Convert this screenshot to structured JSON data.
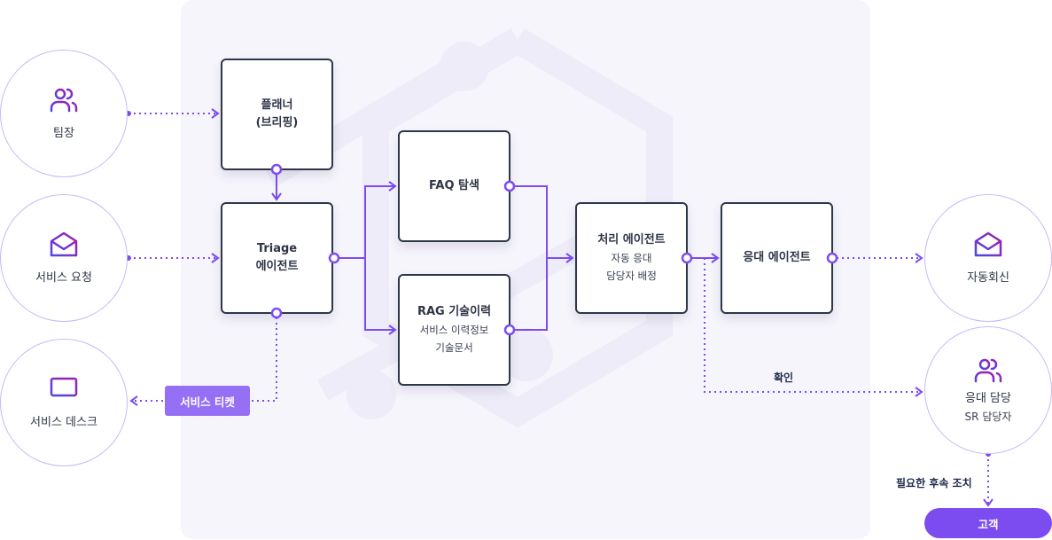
{
  "colors": {
    "accent": "#7c4cf1",
    "box_border": "#2f3648",
    "panel": "#f6f5fc",
    "ticket": "#9570f5"
  },
  "actors": {
    "team_lead": {
      "label": "팀장",
      "icon": "users-icon"
    },
    "service_request": {
      "label": "서비스 요청",
      "icon": "envelope-open-icon"
    },
    "service_desk": {
      "label": "서비스 데스크",
      "icon": "monitor-icon"
    },
    "auto_reply": {
      "label": "자동회신",
      "icon": "envelope-open-icon"
    },
    "responder": {
      "label": "응대 담당",
      "sub": "SR 담당자",
      "icon": "users-icon"
    }
  },
  "nodes": {
    "planner": {
      "title": "플래너",
      "title2": "(브리핑)"
    },
    "triage": {
      "title": "Triage",
      "title2": "에이전트"
    },
    "faq": {
      "title": "FAQ 탐색"
    },
    "rag": {
      "title": "RAG 기술이력",
      "sub1": "서비스 이력정보",
      "sub2": "기술문서"
    },
    "process": {
      "title": "처리 에이전트",
      "sub1": "자동 응대",
      "sub2": "담당자 배정"
    },
    "response": {
      "title": "응대 에이전트"
    }
  },
  "labels": {
    "ticket": "서비스 티켓",
    "confirm": "확인",
    "followup": "필요한 후속 조치",
    "customer": "고객"
  }
}
